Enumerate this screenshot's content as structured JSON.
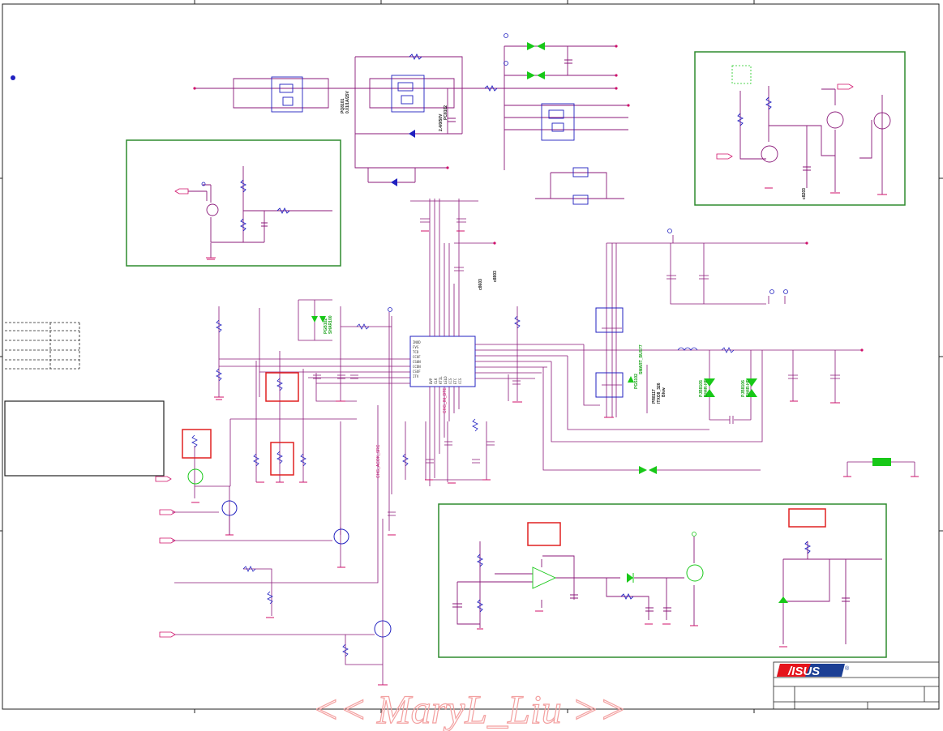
{
  "theme": {
    "wire": "#8b1a7a",
    "frame": "#222222",
    "green_block": "#2e8b2e",
    "red_box": "#e02020",
    "green_part": "#18c818",
    "pin_dot": "#d0106a",
    "node_blue": "#2020c0",
    "watermark": "#f3a0a0",
    "logo_red": "#e5131b",
    "logo_blue": "#1c3f94"
  },
  "titleblock": {
    "logo_text": "/ISUS",
    "registered_mark": "®"
  },
  "watermark": {
    "text": "<< MaryL_Liu >>"
  },
  "labels": {
    "pq_top_a": "PQ8101",
    "pq_top_b": "0.01/1A/25V",
    "pq_top_c": "2.4/0/50V",
    "pq_top_d": "PC8102",
    "cap_right_ref": "c8203",
    "cap_center_ref": "c8803",
    "cap_mid_ref": "c8603",
    "led_ref_a": "PGB102",
    "led_ref_b": "SHAR100",
    "ind_ref": "PR8117",
    "ind_ref_b": "ITXO8_326",
    "ind_ref_c": "Blvw",
    "sw_ref_a": "PGS102",
    "sw_ref_b": "SMART_BUS77",
    "diode_ref_a": "PJB8105",
    "diode_ref_b": "SH4R-HF",
    "diode_ref_c": "PJB8106",
    "diode_ref_d": "SH4R-HF",
    "bus_left": "CHG_ACOK_SRC",
    "bus_mid": "CHG_IN_DTE"
  },
  "ic": {
    "left_pins": [
      "INOD",
      "FVS",
      "TCD",
      "CCOF",
      "CS0N",
      "CCDN",
      "CSOF",
      "ITV"
    ],
    "bottom_pins": [
      "BVP",
      "CLK",
      "KTIL",
      "LELD",
      "CCS",
      "ETC",
      "CCS"
    ]
  }
}
